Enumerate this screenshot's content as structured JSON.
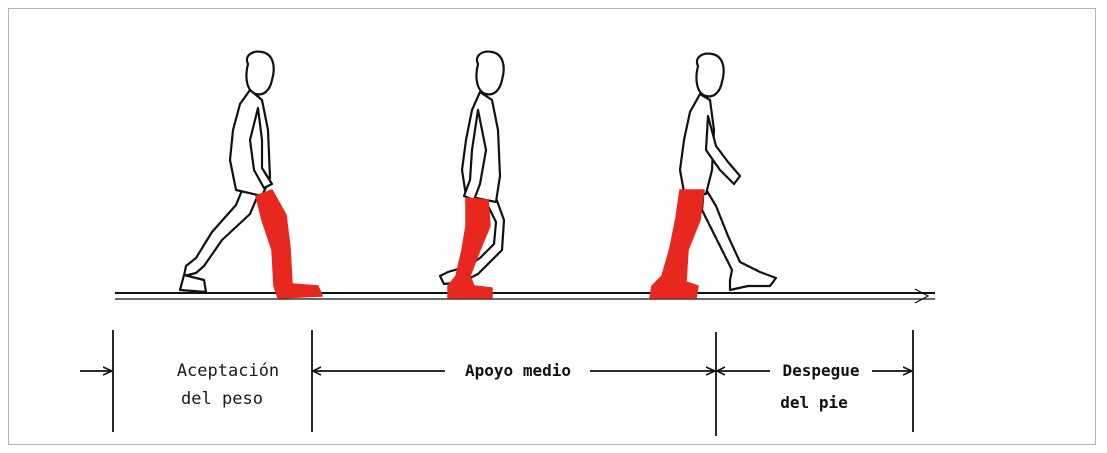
{
  "phases": {
    "acceptance": {
      "line1": "Aceptación",
      "line2": "del peso"
    },
    "midstance": {
      "label": "Apoyo medio"
    },
    "pushoff": {
      "line1": "Despegue",
      "line2": "del pie"
    }
  },
  "colors": {
    "leg_highlight": "#e8281e",
    "ink": "#111111",
    "frame_border": "#b3b3b3"
  }
}
